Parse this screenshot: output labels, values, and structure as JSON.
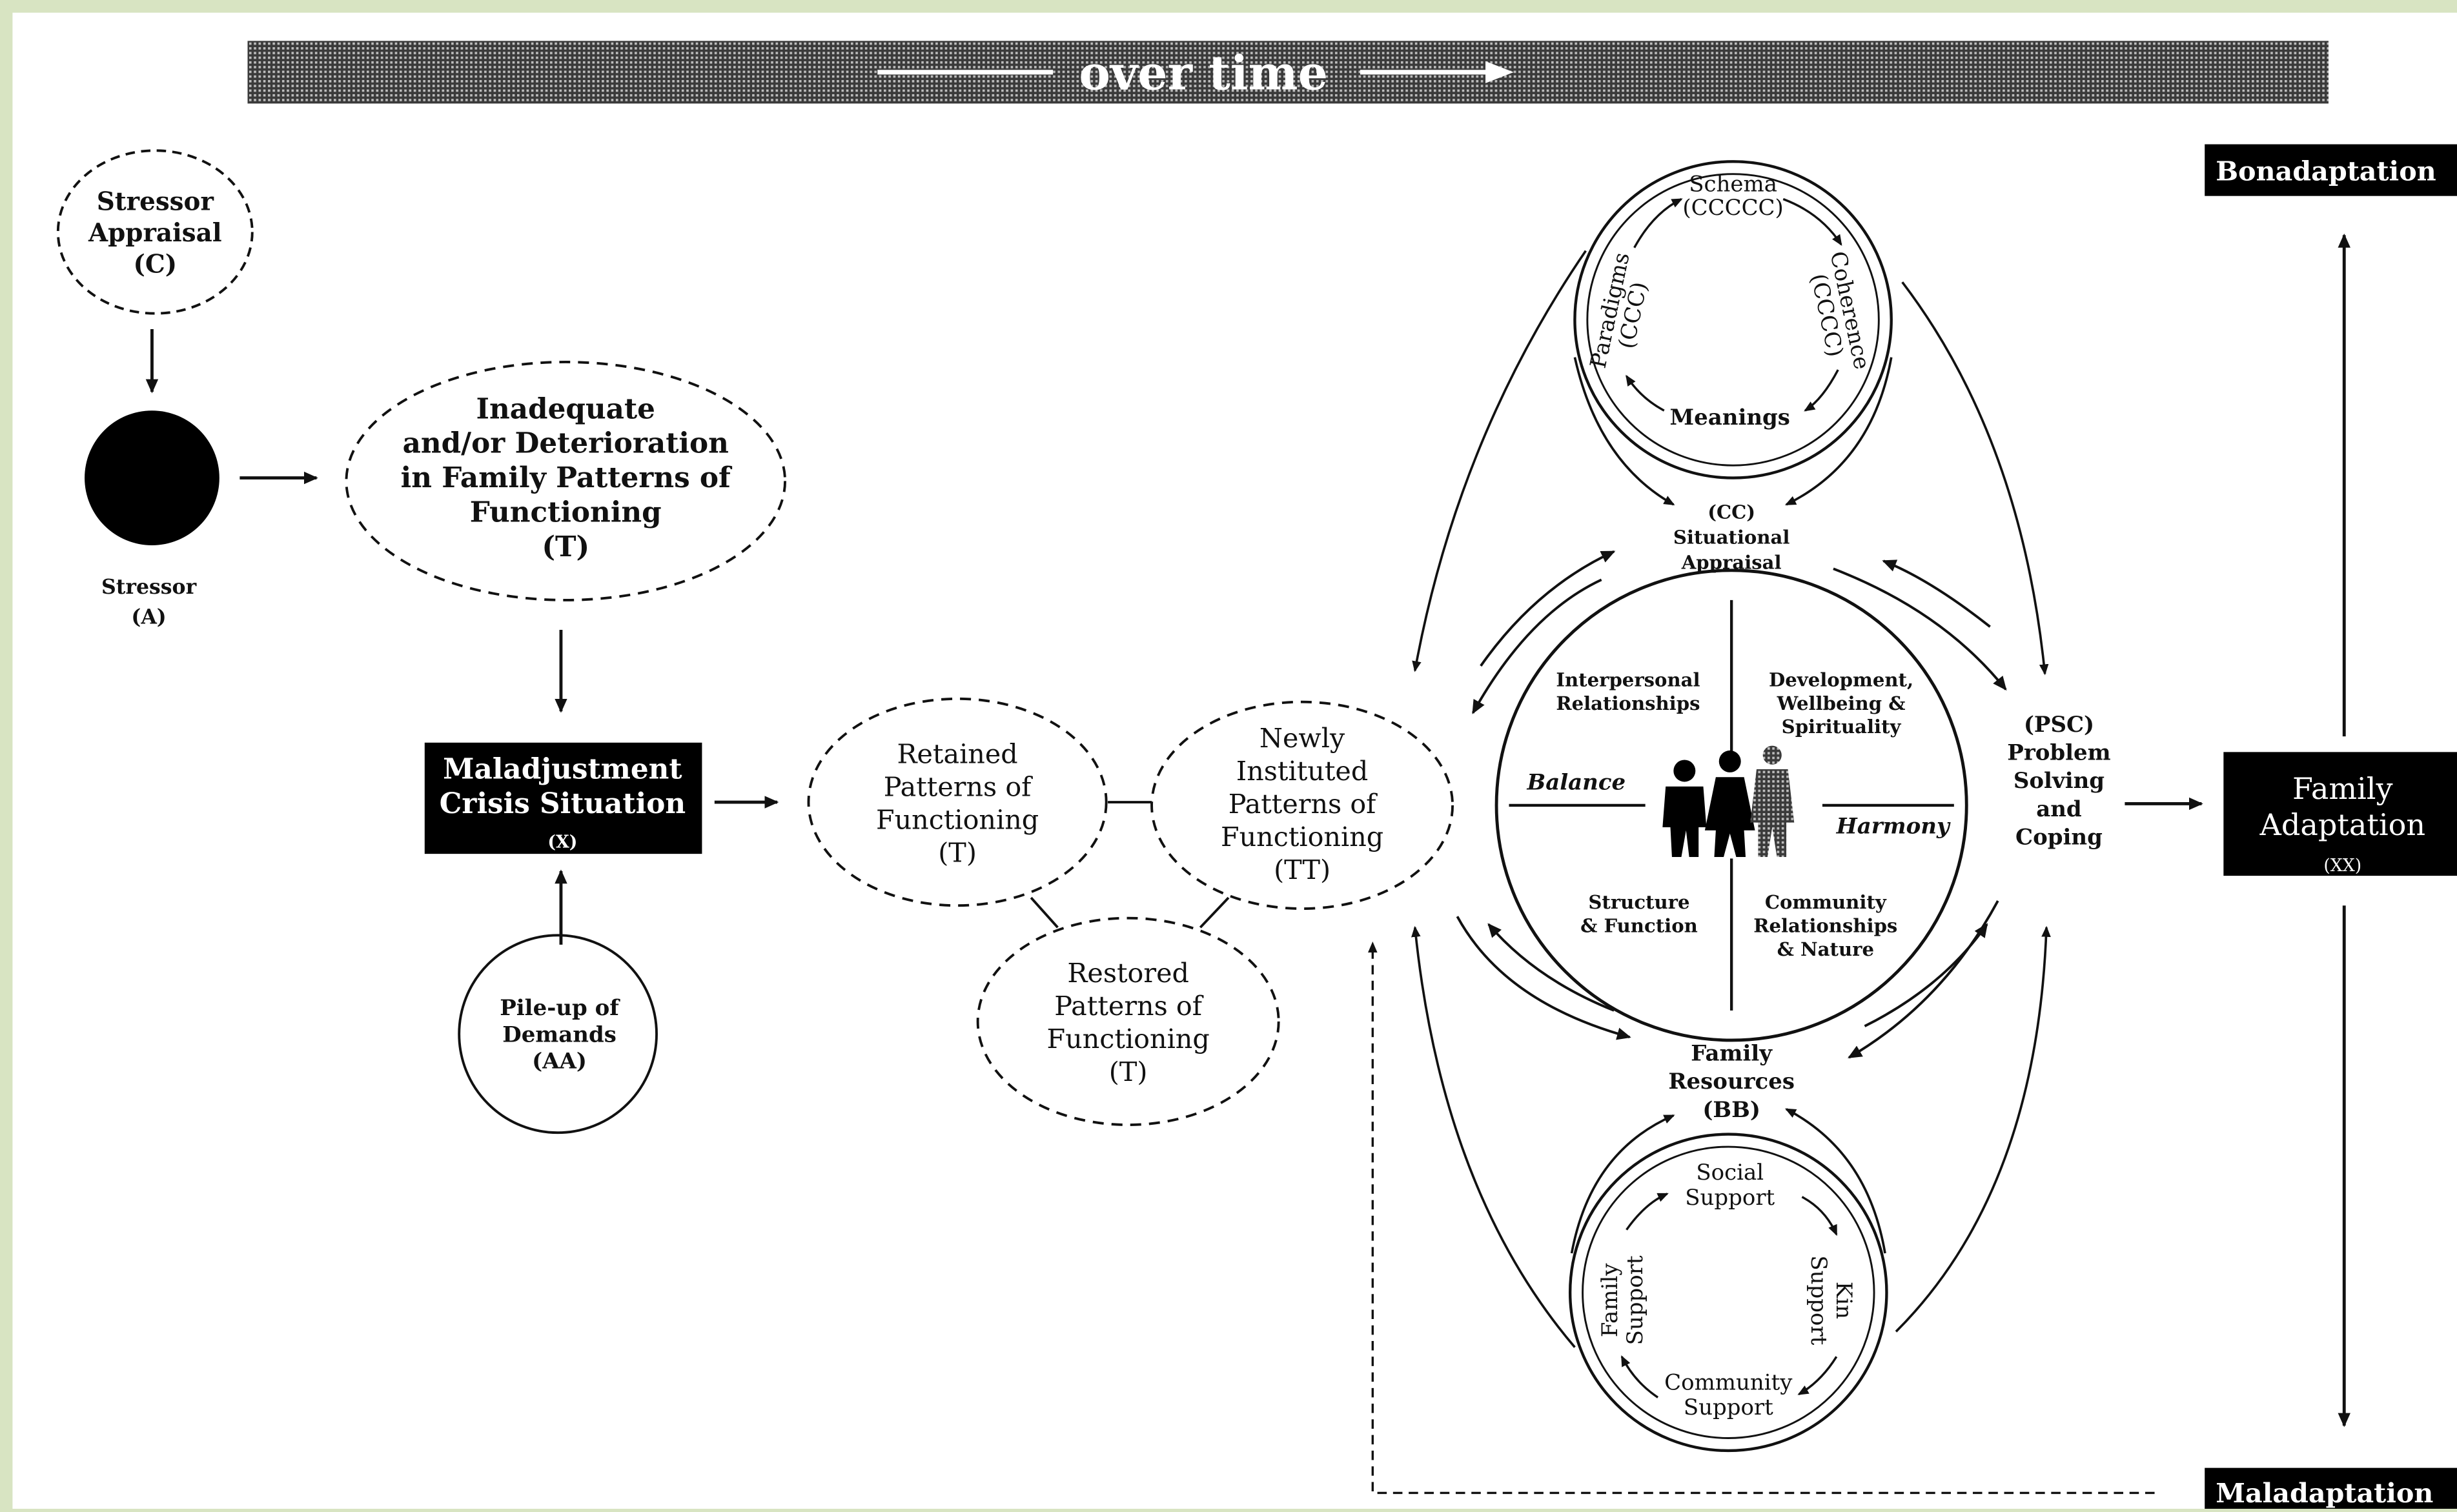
{
  "banner": "over time",
  "stressor_appraisal": [
    "Stressor",
    "Appraisal",
    "(C)"
  ],
  "stressor": [
    "Stressor",
    "(A)"
  ],
  "inadequate": [
    "Inadequate",
    "and/or Deterioration",
    "in Family Patterns of",
    "Functioning",
    "(T)"
  ],
  "maladjustment": [
    "Maladjustment",
    "Crisis Situation",
    "(X)"
  ],
  "pileup": [
    "Pile-up of",
    "Demands",
    "(AA)"
  ],
  "retained": [
    "Retained",
    "Patterns of",
    "Functioning",
    "(T)"
  ],
  "newly": [
    "Newly",
    "Instituted",
    "Patterns of",
    "Functioning",
    "(TT)"
  ],
  "restored": [
    "Restored",
    "Patterns of",
    "Functioning",
    "(T)"
  ],
  "schema_circle": {
    "top": [
      "Schema",
      "(CCCCC)"
    ],
    "right": [
      "Coherence",
      "(CCCC)"
    ],
    "bottom": "Meanings",
    "left": [
      "Paradigms",
      "(CCC)"
    ]
  },
  "situational": [
    "(CC)",
    "Situational",
    "Appraisal"
  ],
  "core": {
    "tl": [
      "Interpersonal",
      "Relationships"
    ],
    "tr": [
      "Development,",
      "Wellbeing &",
      "Spirituality"
    ],
    "bl": [
      "Structure",
      "& Function"
    ],
    "br": [
      "Community",
      "Relationships",
      "& Nature"
    ],
    "balance": "Balance",
    "harmony": "Harmony"
  },
  "psc": [
    "(PSC)",
    "Problem",
    "Solving",
    "and",
    "Coping"
  ],
  "resources": [
    "Family",
    "Resources",
    "(BB)"
  ],
  "support_circle": {
    "top": [
      "Social",
      "Support"
    ],
    "right": [
      "Kin",
      "Support"
    ],
    "bottom": [
      "Community",
      "Support"
    ],
    "left": [
      "Family",
      "Support"
    ]
  },
  "adaptation": [
    "Family",
    "Adaptation",
    "(XX)"
  ],
  "bonadaptation": "Bonadaptation",
  "maladaptation": "Maladaptation"
}
